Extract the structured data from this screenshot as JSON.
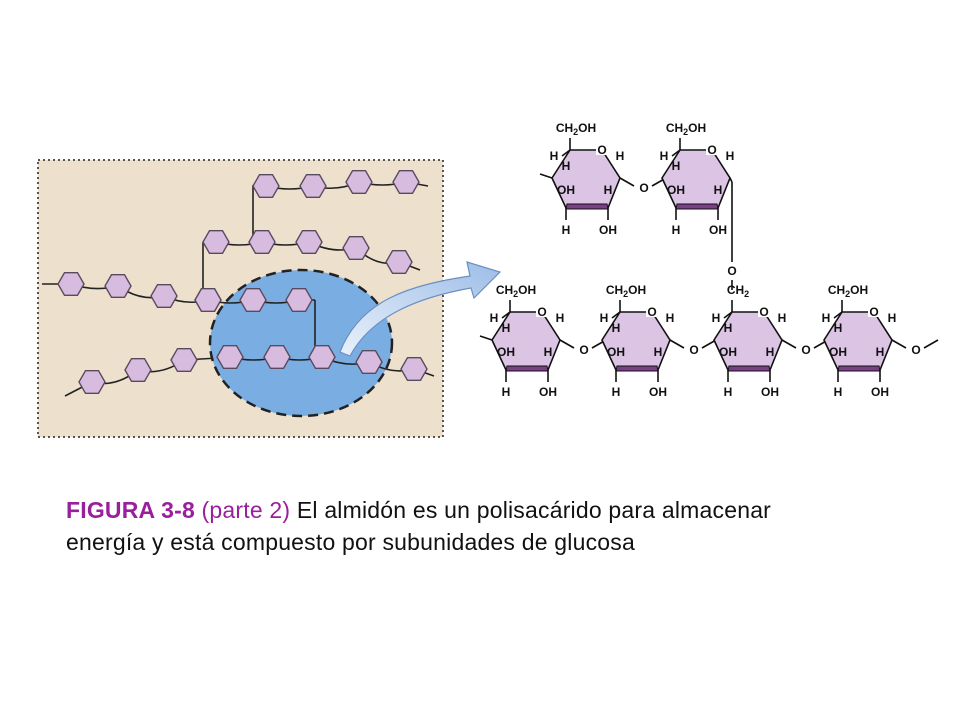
{
  "colors": {
    "panel_fill": "#ede0cd",
    "panel_border": "#555555",
    "hexagon_fill": "#d8bce0",
    "hexagon_stroke": "#5a4a5e",
    "ring_fill": "#dcc4e4",
    "ring_bond_band": "#7a3f86",
    "highlight_fill": "#7aaee3",
    "arrow_fill": "#a8c6ea",
    "caption_accent": "#9a1f9c",
    "caption_text": "#111111"
  },
  "glucose_labels": {
    "ch2oh": "CH",
    "ch2oh_sub": "2",
    "ch2oh_tail": "OH",
    "ch2": "CH",
    "ch2_sub": "2",
    "h": "H",
    "oh": "OH",
    "o": "O"
  },
  "caption": {
    "figure_label": "FIGURA 3-8",
    "part_label": "(parte 2)",
    "text": "El almidón es un polisacárido para almacenar energía y está compuesto por subunidades de glucosa"
  }
}
